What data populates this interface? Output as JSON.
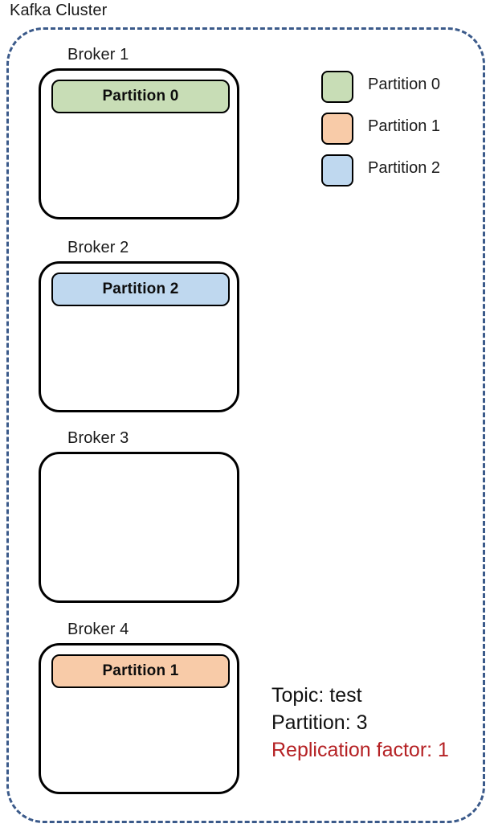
{
  "cluster": {
    "label": "Kafka Cluster",
    "border_color": "#3b5a8a",
    "border_style": "dashed"
  },
  "brokers": [
    {
      "label": "Broker 1",
      "partition": {
        "label": "Partition 0",
        "color": "#c8ddb6"
      }
    },
    {
      "label": "Broker 2",
      "partition": {
        "label": "Partition 2",
        "color": "#bfd8ef"
      }
    },
    {
      "label": "Broker 3",
      "partition": null
    },
    {
      "label": "Broker 4",
      "partition": {
        "label": "Partition 1",
        "color": "#f8cba8"
      }
    }
  ],
  "legend": {
    "items": [
      {
        "label": "Partition 0",
        "color": "#c8ddb6"
      },
      {
        "label": "Partition 1",
        "color": "#f8cba8"
      },
      {
        "label": "Partition 2",
        "color": "#bfd8ef"
      }
    ]
  },
  "meta": {
    "topic": "Topic: test",
    "partition_count": "Partition: 3",
    "replication_factor": "Replication factor: 1",
    "replication_factor_color": "#b52124"
  }
}
